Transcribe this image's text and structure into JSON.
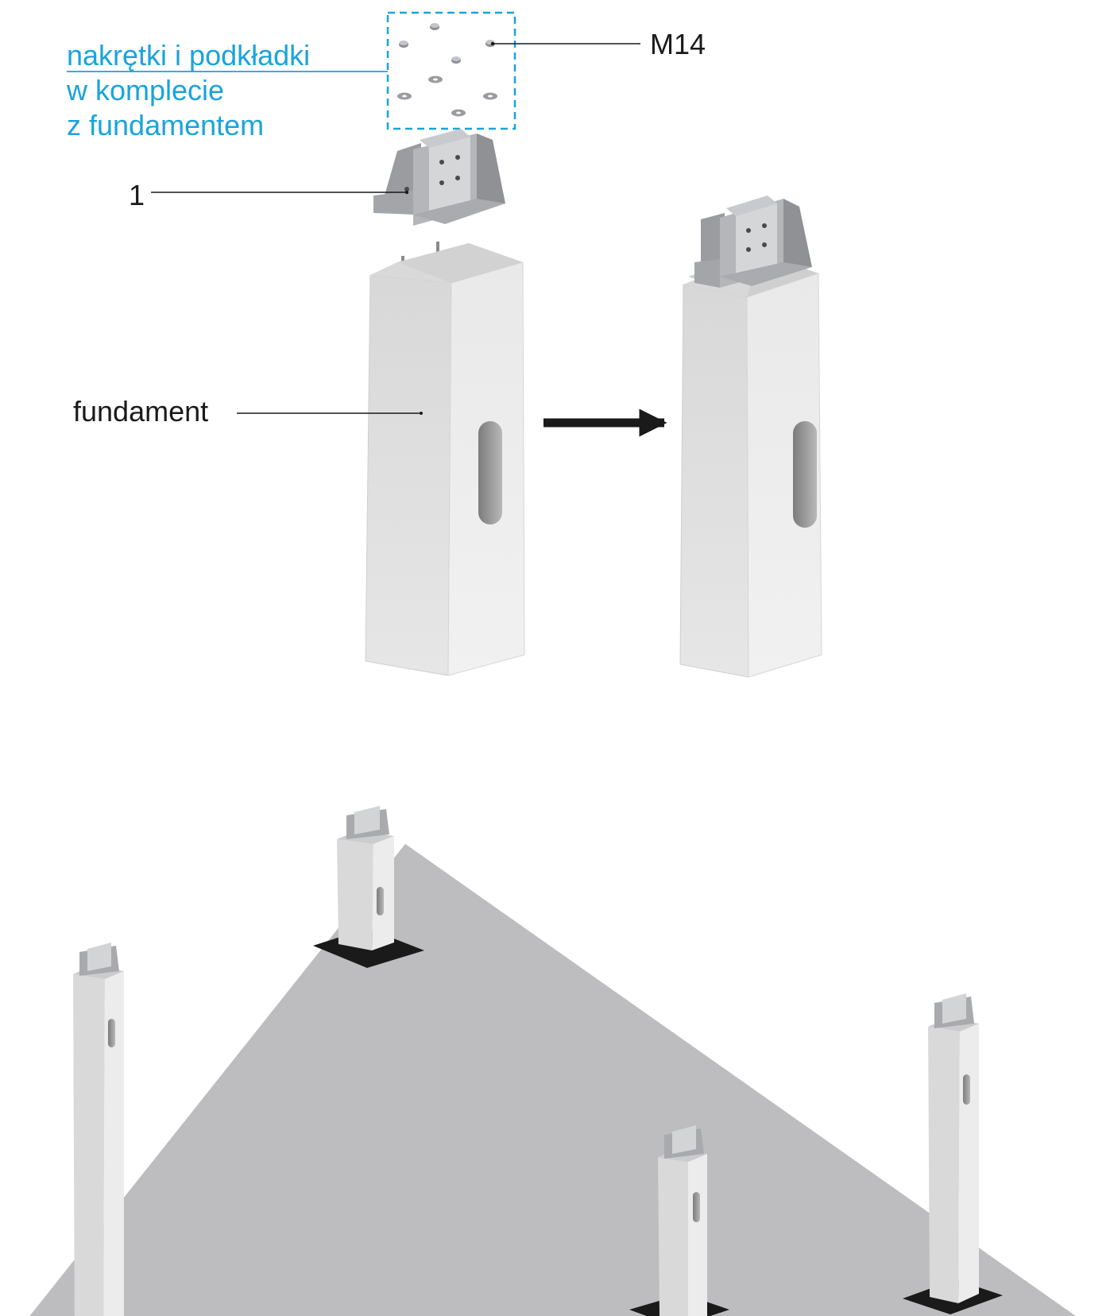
{
  "labels": {
    "accessories_line1": "nakrętki i podkładki",
    "accessories_line2": "w komplecie",
    "accessories_line3": "z fundamentem",
    "bolt_size": "M14",
    "part_number": "1",
    "foundation": "fundament"
  },
  "colors": {
    "accent_blue": "#1aa3dc",
    "label_text": "#1a1a1a",
    "concrete": "#dcdcdc",
    "ground_plate": "#bdbdbf",
    "footing_pad": "#1a1a1a",
    "bracket_steel": "#8e9094"
  }
}
